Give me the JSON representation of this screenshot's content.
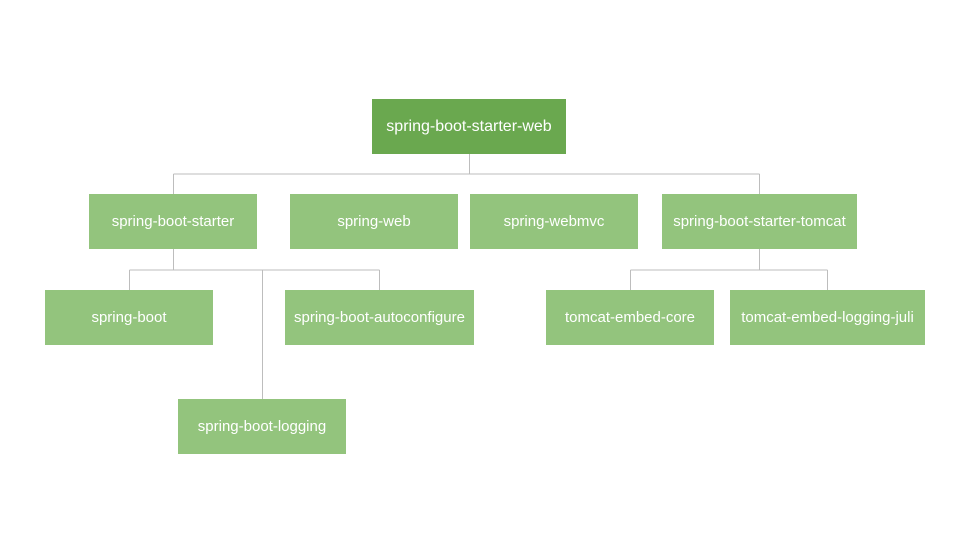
{
  "diagram": {
    "root": {
      "label": "spring-boot-starter-web"
    },
    "level1": [
      {
        "label": "spring-boot-starter"
      },
      {
        "label": "spring-web"
      },
      {
        "label": "spring-webmvc"
      },
      {
        "label": "spring-boot-starter-tomcat"
      }
    ],
    "starter_children": [
      {
        "label": "spring-boot"
      },
      {
        "label": "spring-boot-autoconfigure"
      },
      {
        "label": "spring-boot-logging"
      }
    ],
    "tomcat_children": [
      {
        "label": "tomcat-embed-core"
      },
      {
        "label": "tomcat-embed-logging-juli"
      }
    ],
    "colors": {
      "root_fill": "#6aa84f",
      "node_fill": "#93c47d",
      "text": "#ffffff",
      "connector": "#bdbdbd"
    }
  }
}
